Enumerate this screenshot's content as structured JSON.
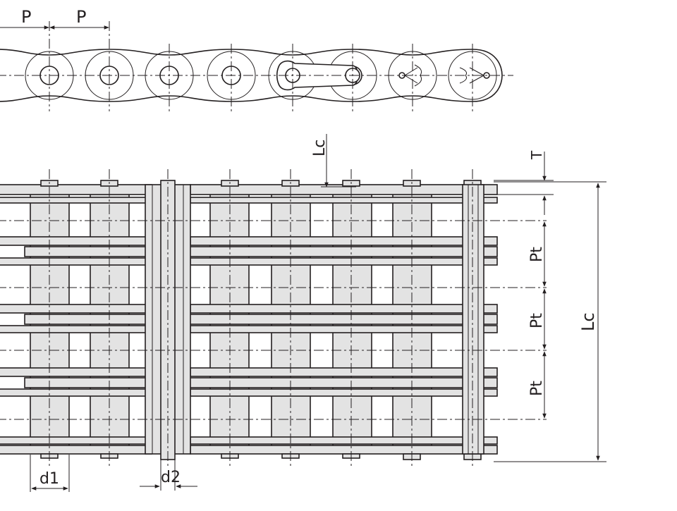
{
  "labels": {
    "pitch_1": "P",
    "pitch_2": "P",
    "lc_top": "Lc",
    "thickness": "T",
    "pt_1": "Pt",
    "pt_2": "Pt",
    "pt_3": "Pt",
    "lc_side": "Lc",
    "d1": "d1",
    "d2": "d2"
  },
  "colors": {
    "line": "#231f20",
    "fill": "#e3e3e3",
    "background": "#ffffff"
  }
}
